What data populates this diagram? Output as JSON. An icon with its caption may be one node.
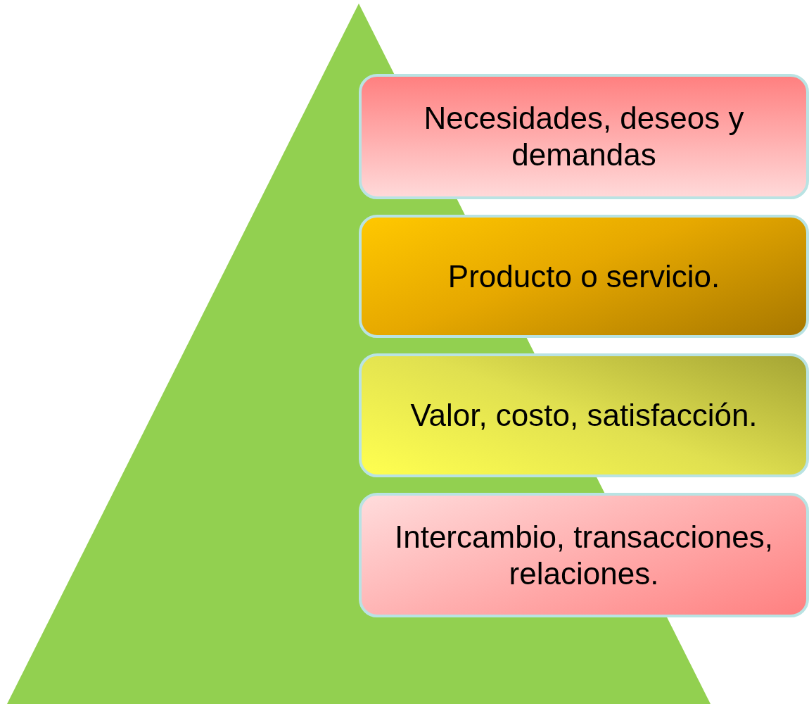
{
  "diagram": {
    "nodes": [
      {
        "text": [
          "Necesidades, deseos y demandas"
        ]
      },
      {
        "text": [
          "Producto o servicio."
        ]
      },
      {
        "text": [
          "Valor, costo, satisfacción."
        ]
      },
      {
        "text": [
          "Intercambio, transacciones, relaciones."
        ]
      }
    ]
  }
}
